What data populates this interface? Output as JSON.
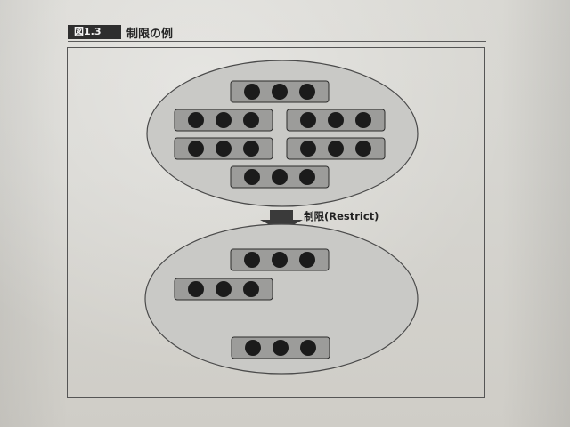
{
  "figure": {
    "number": "図1.3",
    "title": "制限の例"
  },
  "arrow_label": "制限(Restrict)",
  "colors": {
    "set_fill": "#c9c9c6",
    "set_stroke": "#4a4a4a",
    "group_fill": "#9c9c9a",
    "group_stroke": "#2b2b2b",
    "dot": "#1b1b1b",
    "arrow": "#3a3a3a"
  },
  "sets": [
    {
      "name": "before",
      "groups": [
        {
          "name": "group-1",
          "count": 3
        },
        {
          "name": "group-2",
          "count": 3
        },
        {
          "name": "group-3",
          "count": 3
        },
        {
          "name": "group-4",
          "count": 3
        },
        {
          "name": "group-5",
          "count": 3
        },
        {
          "name": "group-6",
          "count": 3
        }
      ]
    },
    {
      "name": "after",
      "groups": [
        {
          "name": "group-1",
          "count": 3
        },
        {
          "name": "group-2",
          "count": 3
        },
        {
          "name": "group-6",
          "count": 3
        }
      ]
    }
  ]
}
